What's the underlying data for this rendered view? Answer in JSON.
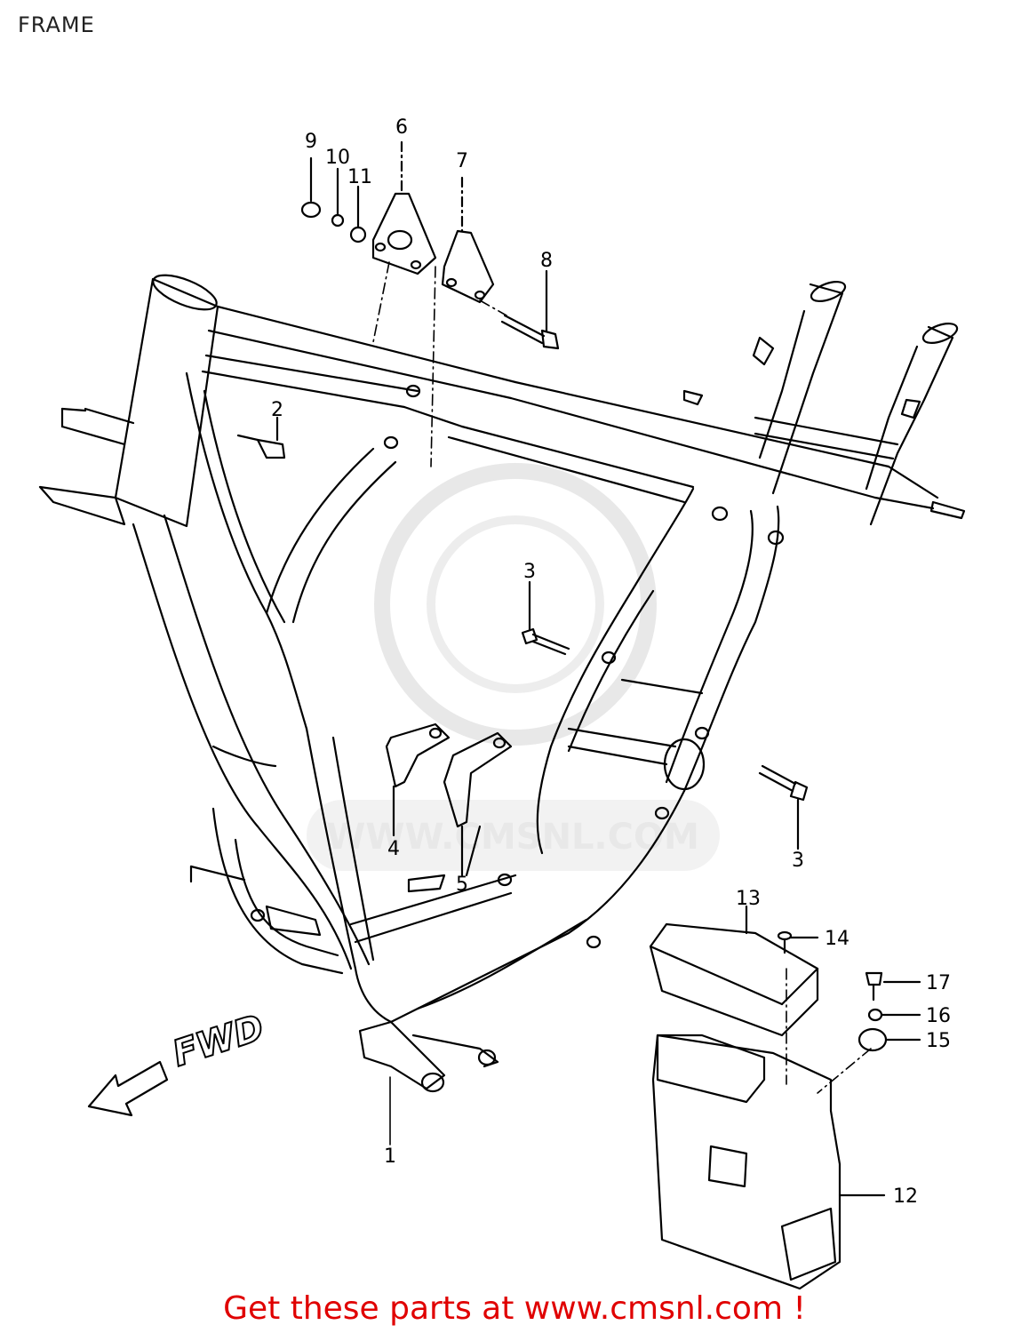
{
  "page": {
    "title": "FRAME"
  },
  "diagram": {
    "direction_label": "FWD",
    "watermark_text": "WWW.CMSNL.COM",
    "watermark_color": "#e6e6e6",
    "part_labels": {
      "p1": "1",
      "p2": "2",
      "p3a": "3",
      "p3b": "3",
      "p4": "4",
      "p5": "5",
      "p6": "6",
      "p7": "7",
      "p8": "8",
      "p9": "9",
      "p10": "10",
      "p11": "11",
      "p12": "12",
      "p13": "13",
      "p14": "14",
      "p15": "15",
      "p16": "16",
      "p17": "17"
    }
  },
  "footer": {
    "link_text": "Get these parts at www.cmsnl.com !",
    "link_color": "#e00000"
  }
}
